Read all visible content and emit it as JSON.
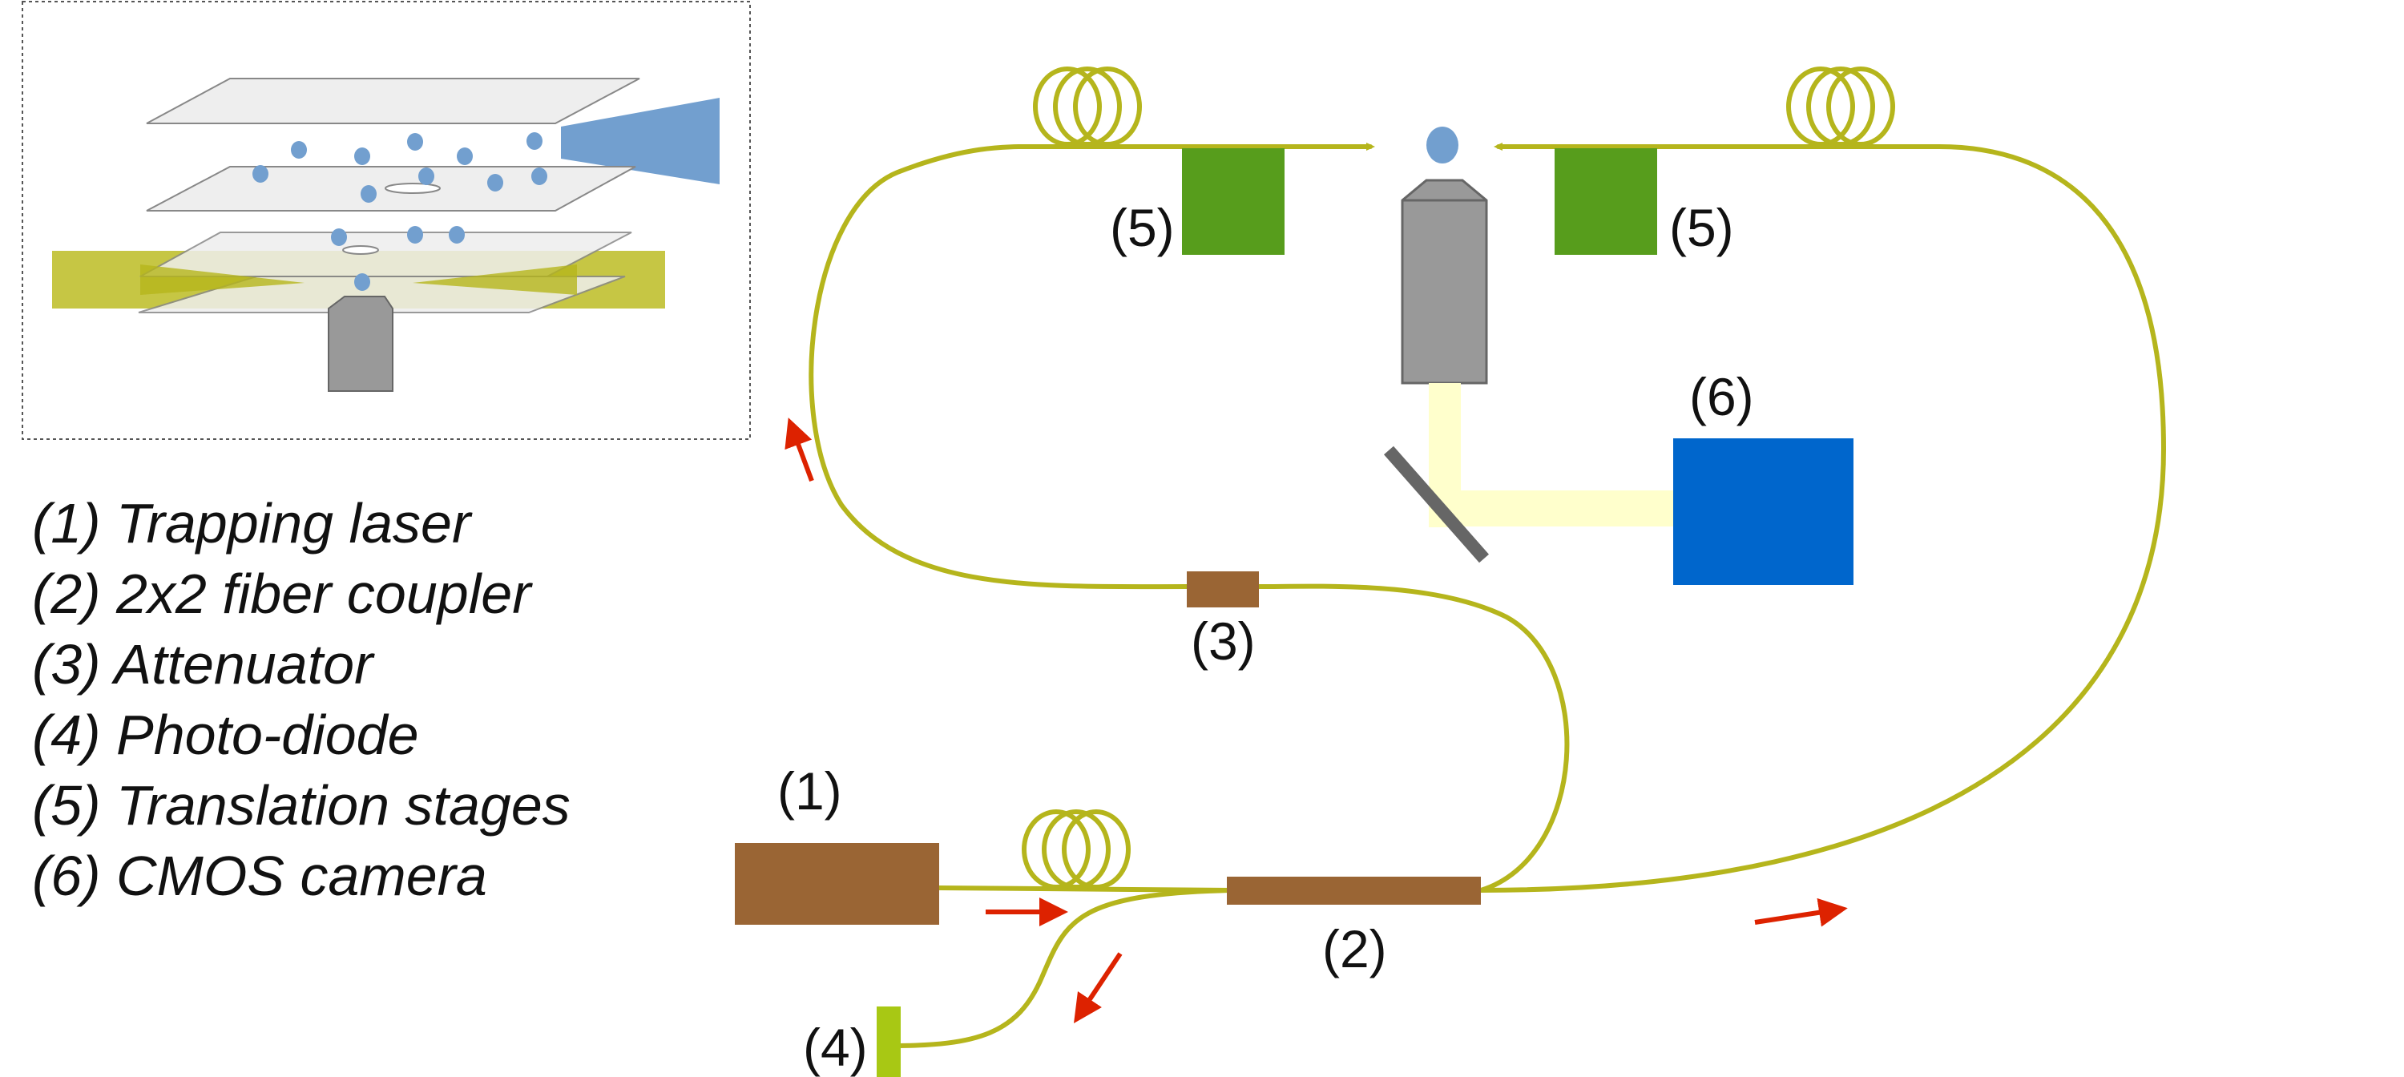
{
  "legend": {
    "items": [
      "(1) Trapping laser",
      "(2) 2x2 fiber coupler",
      "(3) Attenuator",
      "(4) Photo-diode",
      "(5) Translation stages",
      "(6) CMOS camera"
    ]
  },
  "labels": {
    "laser": "(1)",
    "coupler": "(2)",
    "attenuator": "(3)",
    "photodiode": "(4)",
    "stage_left": "(5)",
    "stage_right": "(5)",
    "camera": "(6)"
  },
  "colors": {
    "fiber": "#b5b51c",
    "laser": "#9a6534",
    "stage": "#579d1c",
    "camera": "#0066cc",
    "objective": "#999999",
    "photodiode": "#a8c814",
    "particle": "#729fcf",
    "beam": "#ffffcc",
    "arrow": "#dd2200",
    "inset_band": "#c3c33a"
  },
  "icons": [
    "fiber-coil-icon",
    "arrow-icon",
    "mirror-icon",
    "microscope-objective-icon"
  ]
}
